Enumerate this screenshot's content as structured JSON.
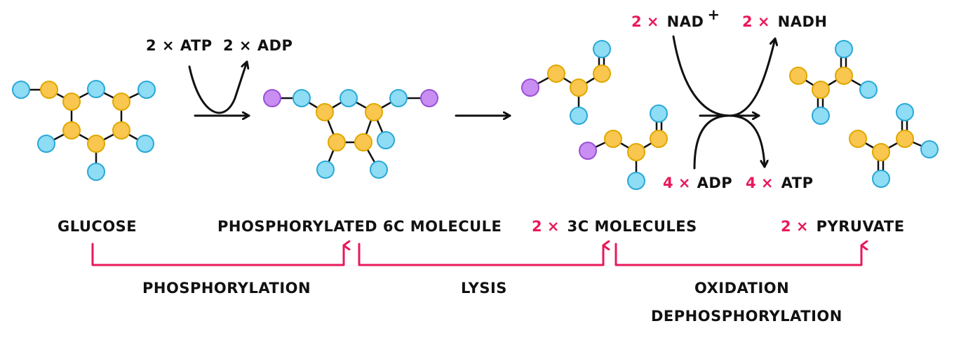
{
  "reactions": {
    "step1_in": "2 × ATP",
    "step1_out": "2 × ADP",
    "step3_nad_coef": "2 ×",
    "step3_nad": "NAD",
    "step3_nad_sup": "+",
    "step3_nadh_coef": "2 ×",
    "step3_nadh": "NADH",
    "step3_adp_coef": "4 ×",
    "step3_adp": "ADP",
    "step3_atp_coef": "4 ×",
    "step3_atp": "ATP"
  },
  "molecules": {
    "glucose": "GLUCOSE",
    "phosphorylated": "PHOSPHORYLATED 6C MOLECULE",
    "three_c_coef": "2 ×",
    "three_c": "3C MOLECULES",
    "pyruvate_coef": "2 ×",
    "pyruvate": "PYRUVATE"
  },
  "stages": {
    "phosphorylation": "PHOSPHORYLATION",
    "lysis": "LYSIS",
    "oxidation": "OXIDATION",
    "dephosphorylation": "DEPHOSPHORYLATION"
  },
  "colors": {
    "carbon": "#f9c74f",
    "oxygen": "#8fdcf5",
    "phosphate": "#c98ef2",
    "accent": "#e8195a"
  },
  "icons": {
    "carbon_atom": "yellow-circle",
    "oxygen_atom": "blue-circle",
    "phosphate_atom": "purple-circle"
  }
}
